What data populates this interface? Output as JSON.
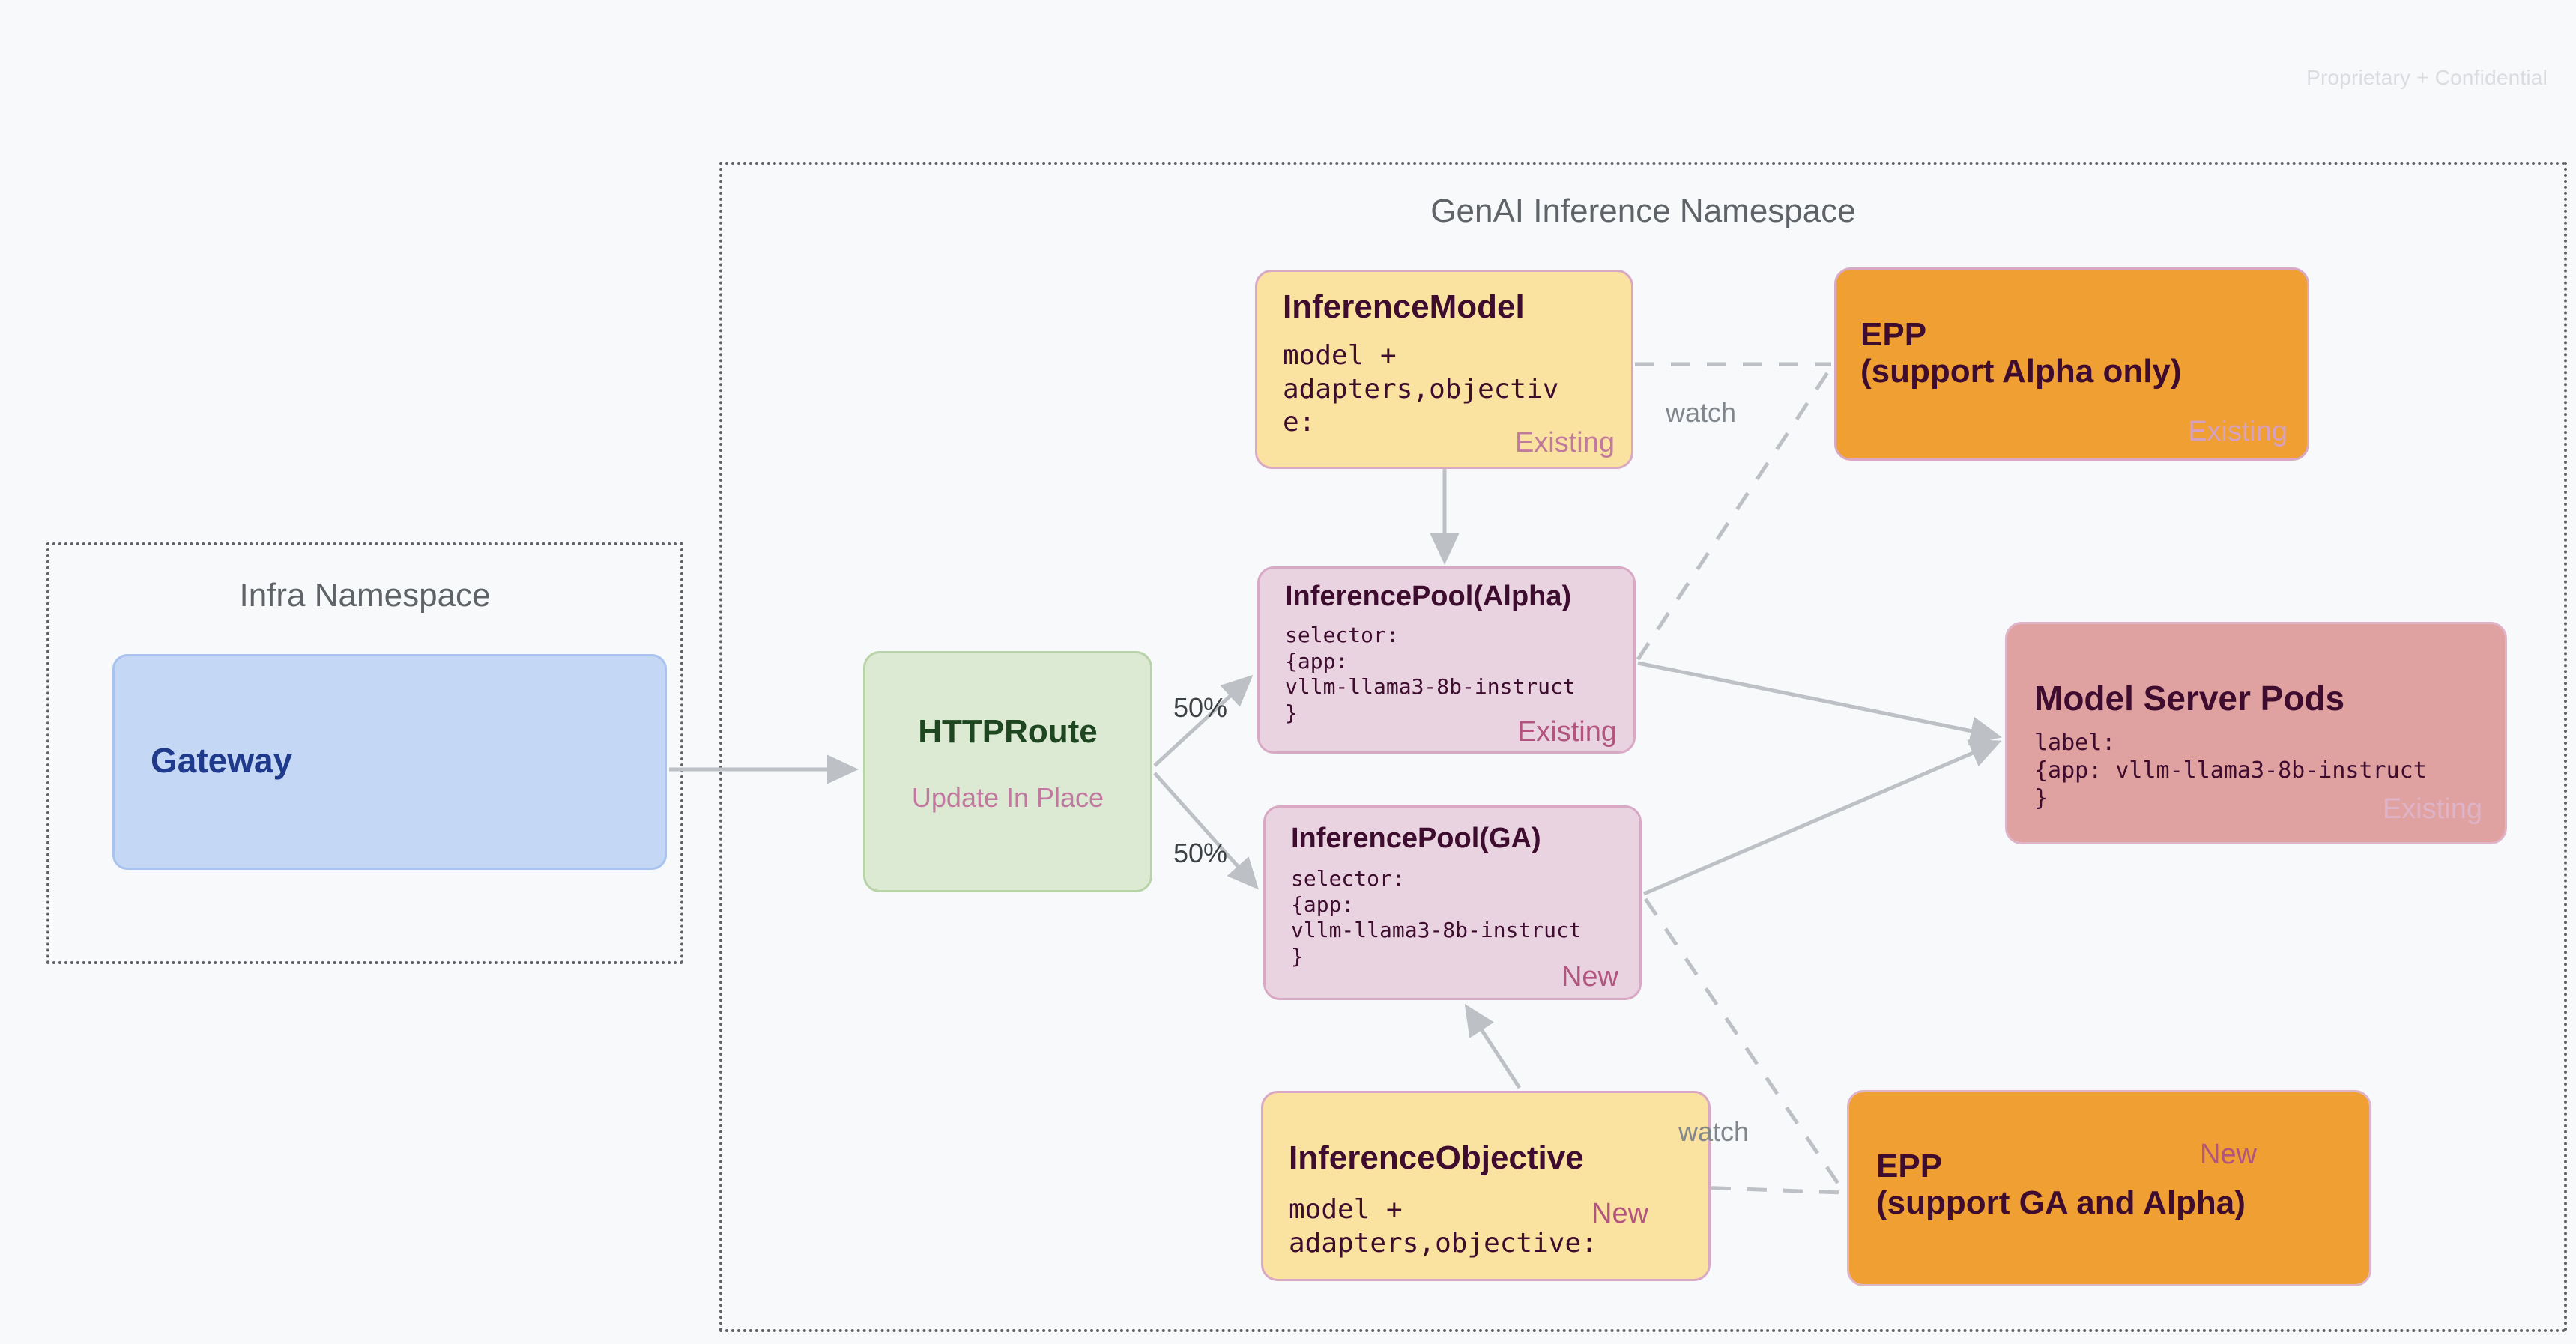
{
  "page": {
    "confidential_notice": "Proprietary + Confidential"
  },
  "namespaces": [
    {
      "id": "infra",
      "title": "Infra Namespace"
    },
    {
      "id": "genai",
      "title": "GenAI Inference Namespace"
    }
  ],
  "nodes": {
    "gateway": {
      "title": "Gateway"
    },
    "httproute": {
      "title": "HTTPRoute",
      "subtitle": "Update In Place"
    },
    "inference_model": {
      "title": "InferenceModel",
      "body": "model +\nadapters,objectiv\ne:",
      "tag": "Existing"
    },
    "epp_alpha": {
      "title": "EPP\n(support Alpha only)",
      "tag": "Existing"
    },
    "pool_alpha": {
      "title": "InferencePool(Alpha)",
      "body": "selector:\n{app:\nvllm-llama3-8b-instruct\n}",
      "tag": "Existing"
    },
    "pool_ga": {
      "title": "InferencePool(GA)",
      "body": "selector:\n{app:\nvllm-llama3-8b-instruct\n}",
      "tag": "New"
    },
    "model_server_pods": {
      "title": "Model Server Pods",
      "body": "label:\n{app: vllm-llama3-8b-instruct\n}",
      "tag": "Existing"
    },
    "inference_objective": {
      "title": "InferenceObjective",
      "body": "model +\nadapters,objective:",
      "tag": "New"
    },
    "epp_ga": {
      "title": "EPP\n(support GA and Alpha)",
      "tag": "New"
    }
  },
  "edge_labels": {
    "split_top": "50%",
    "split_bottom": "50%",
    "watch_top": "watch",
    "watch_bottom": "watch"
  },
  "colors": {
    "background": "#f7f9fb",
    "gateway_fill": "#c4d7f5",
    "gateway_text": "#1f3a8a",
    "httproute_fill": "#dce9d3",
    "httproute_text": "#1e4620",
    "yellow_fill": "#fae3a0",
    "pink_fill": "#e9d3e0",
    "orange_fill": "#f0a033",
    "red_fill": "#e0a2a0",
    "node_border": "#d9a8c4",
    "tag_existing": "#c2799f",
    "tag_new": "#b1557f",
    "namespace_border": "#5f6368",
    "edge_stroke": "#bdc1c6",
    "confidential_text": "#dadce0"
  }
}
